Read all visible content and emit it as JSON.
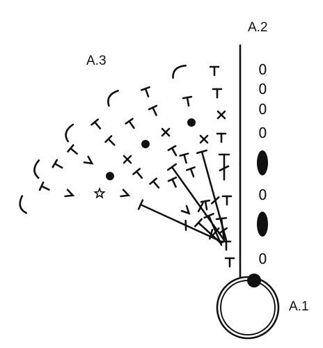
{
  "labels": {
    "a1": "A.1",
    "a2": "A.2",
    "a3": "A.3"
  },
  "chain_glyph": "0",
  "colors": {
    "ink": "#111111",
    "background": "#ffffff"
  },
  "legend_symbols": [
    "chain-stitch",
    "double-crochet",
    "treble-crochet",
    "slip-stitch",
    "single-crochet",
    "picot",
    "chain-space-arch",
    "star-stitch",
    "v-stitch"
  ]
}
